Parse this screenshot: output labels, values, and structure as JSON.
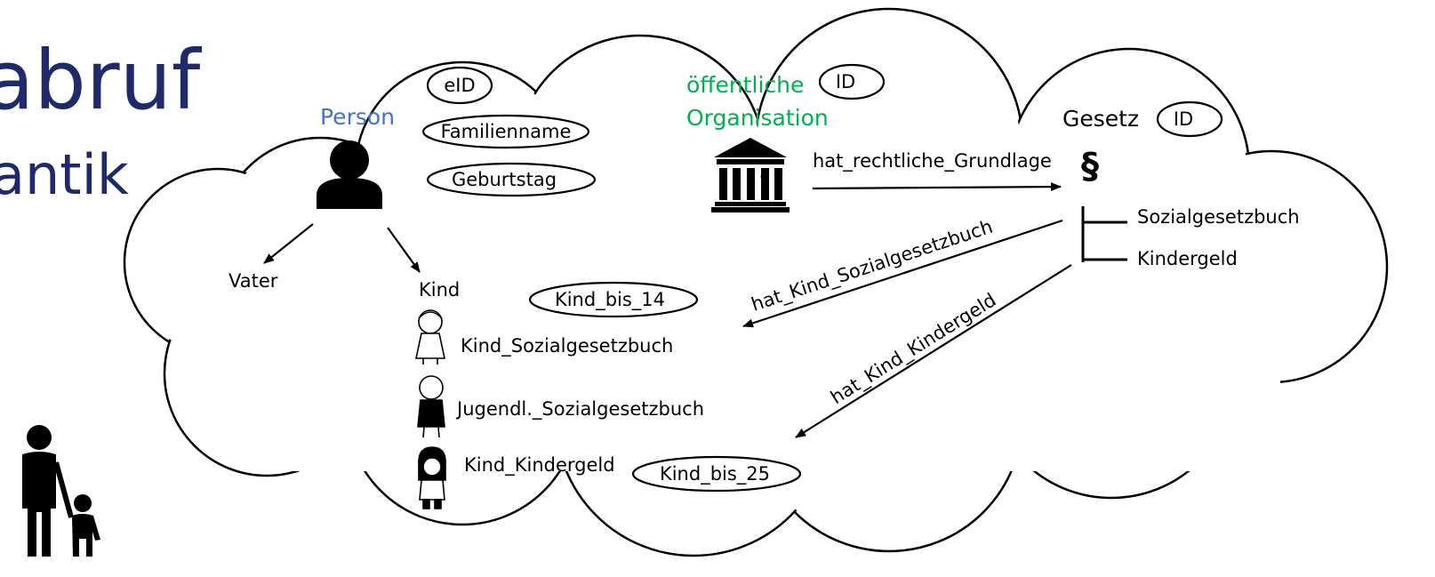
{
  "title": {
    "main_fragment": "abruf",
    "sub_fragment": "antik"
  },
  "person": {
    "label": "Person",
    "attributes": [
      "eID",
      "Familienname",
      "Geburtstag"
    ],
    "children": {
      "vater": "Vater",
      "kind": "Kind"
    }
  },
  "kind": {
    "restriction": "Kind_bis_14",
    "subtypes": [
      "Kind_Sozialgesetzbuch",
      "Jugendl._Sozialgesetzbuch",
      "Kind_Kindergeld"
    ],
    "restriction_25": "Kind_bis_25"
  },
  "organisation": {
    "label_line1": "öffentliche",
    "label_line2": "Organisation",
    "attribute": "ID"
  },
  "gesetz": {
    "label": "Gesetz",
    "attribute": "ID",
    "symbol": "§",
    "subtypes": [
      "Sozialgesetzbuch",
      "Kindergeld"
    ]
  },
  "relations": {
    "rechtliche_grundlage": "hat_rechtliche_Grundlage",
    "kind_sozialgesetzbuch": "hat_Kind_Sozialgesetzbuch",
    "kind_kindergeld": "hat_Kind_Kindergeld"
  },
  "colors": {
    "title": "#1f2a6b",
    "person": "#4472c4",
    "organisation": "#00b050"
  }
}
